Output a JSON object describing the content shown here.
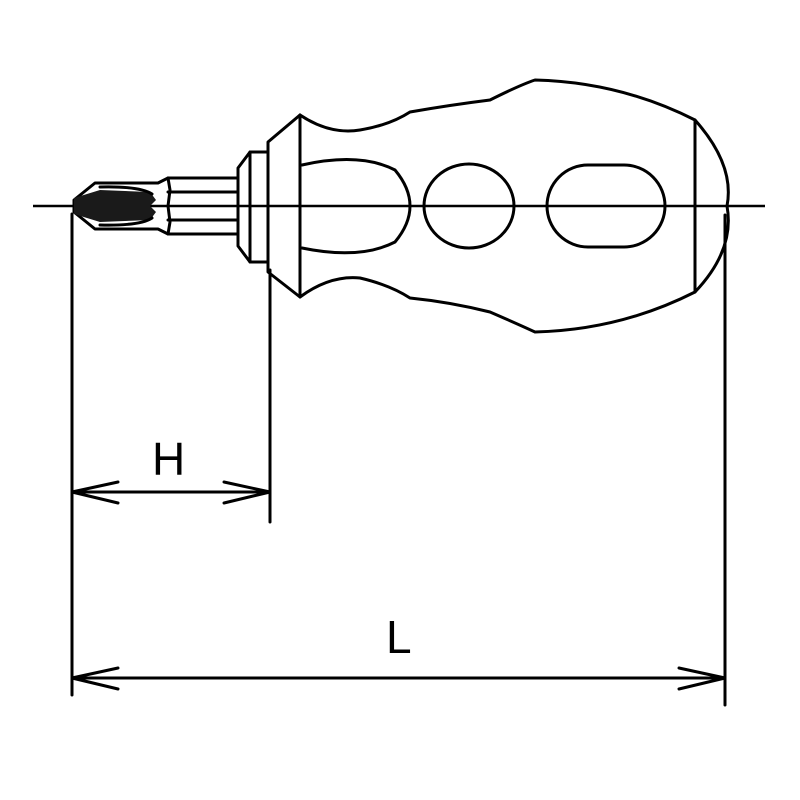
{
  "figure": {
    "subject": "stubby screwdriver technical drawing",
    "tip_type": "phillips-bit",
    "line_color": "#000000",
    "background_color": "#ffffff"
  },
  "dimensions": {
    "H": {
      "label": "H",
      "meaning": "blade length"
    },
    "L": {
      "label": "L",
      "meaning": "overall length"
    }
  }
}
